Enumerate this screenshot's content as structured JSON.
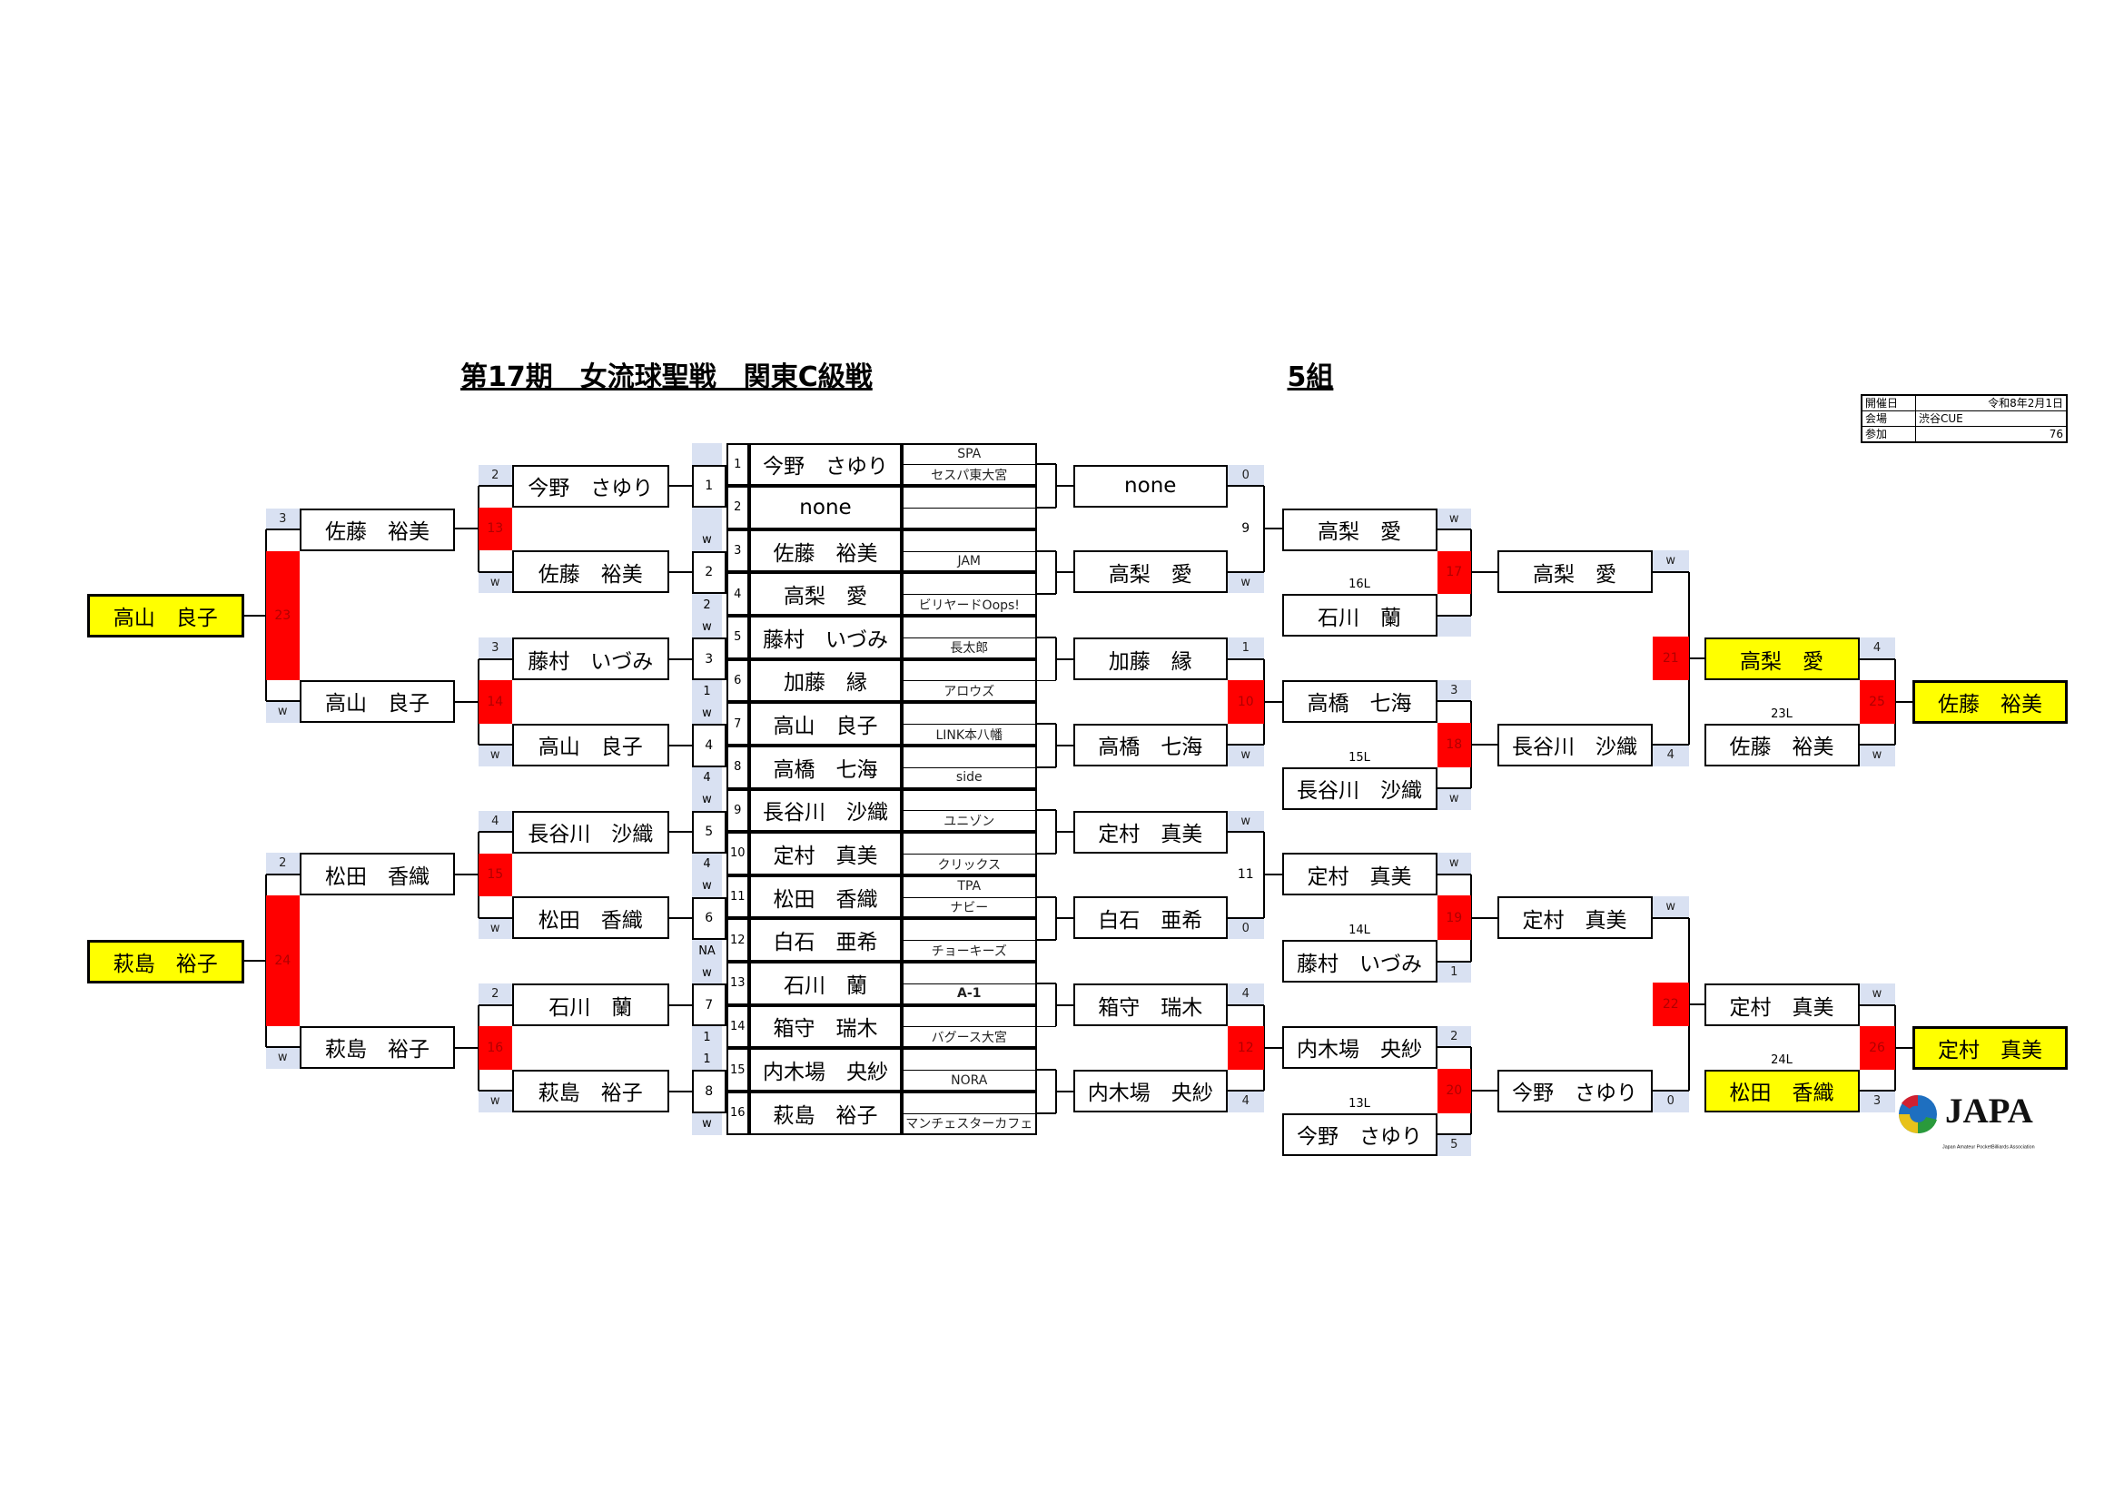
{
  "title": "第17期　女流球聖戦　関東C級戦",
  "group": "5組",
  "info": [
    {
      "label": "開催日",
      "value": "令和8年2月1日"
    },
    {
      "label": "会場",
      "value": "渋谷CUE"
    },
    {
      "label": "参加",
      "value": "76"
    }
  ],
  "entries": [
    {
      "no": "1",
      "name": "今野　さゆり",
      "club_top": "SPA",
      "club_bottom": "セスパ東大宮"
    },
    {
      "no": "2",
      "name": "none",
      "club_top": "",
      "club_bottom": ""
    },
    {
      "no": "3",
      "name": "佐藤　裕美",
      "club_top": "",
      "club_bottom": "JAM"
    },
    {
      "no": "4",
      "name": "高梨　愛",
      "club_top": "",
      "club_bottom": "ビリヤードOops!"
    },
    {
      "no": "5",
      "name": "藤村　いづみ",
      "club_top": "",
      "club_bottom": "長太郎"
    },
    {
      "no": "6",
      "name": "加藤　縁",
      "club_top": "",
      "club_bottom": "アロウズ"
    },
    {
      "no": "7",
      "name": "高山　良子",
      "club_top": "",
      "club_bottom": "LINK本八幡"
    },
    {
      "no": "8",
      "name": "高橋　七海",
      "club_top": "",
      "club_bottom": "side"
    },
    {
      "no": "9",
      "name": "長谷川　沙織",
      "club_top": "",
      "club_bottom": "ユニゾン"
    },
    {
      "no": "10",
      "name": "定村　真美",
      "club_top": "",
      "club_bottom": "クリックス"
    },
    {
      "no": "11",
      "name": "松田　香織",
      "club_top": "TPA",
      "club_bottom": "ナビー"
    },
    {
      "no": "12",
      "name": "白石　亜希",
      "club_top": "",
      "club_bottom": "チョーキーズ"
    },
    {
      "no": "13",
      "name": "石川　蘭",
      "club_top": "",
      "club_bottom": "A-1"
    },
    {
      "no": "14",
      "name": "箱守　瑞木",
      "club_top": "",
      "club_bottom": "バグース大宮"
    },
    {
      "no": "15",
      "name": "内木場　央紗",
      "club_top": "",
      "club_bottom": "NORA"
    },
    {
      "no": "16",
      "name": "萩島　裕子",
      "club_top": "",
      "club_bottom": "マンチェスターカフェ"
    }
  ],
  "center_matches": [
    {
      "no": "1",
      "top": "",
      "bottom": ""
    },
    {
      "no": "2",
      "top": "w",
      "bottom": "2"
    },
    {
      "no": "3",
      "top": "w",
      "bottom": "1"
    },
    {
      "no": "4",
      "top": "w",
      "bottom": "4"
    },
    {
      "no": "5",
      "top": "w",
      "bottom": "4"
    },
    {
      "no": "6",
      "top": "w",
      "bottom": "NA"
    },
    {
      "no": "7",
      "top": "w",
      "bottom": "1"
    },
    {
      "no": "8",
      "top": "1",
      "bottom": "w"
    }
  ],
  "left": {
    "r1": [
      {
        "name": "今野　さゆり",
        "score": "2"
      },
      {
        "name": "佐藤　裕美",
        "score": "w"
      },
      {
        "name": "藤村　いづみ",
        "score": "3"
      },
      {
        "name": "高山　良子",
        "score": "w"
      },
      {
        "name": "長谷川　沙織",
        "score": "4"
      },
      {
        "name": "松田　香織",
        "score": "w"
      },
      {
        "name": "石川　蘭",
        "score": "2"
      },
      {
        "name": "萩島　裕子",
        "score": "w"
      }
    ],
    "r1_matches": [
      "13",
      "14",
      "15",
      "16"
    ],
    "r2": [
      {
        "name": "佐藤　裕美",
        "score": "3"
      },
      {
        "name": "高山　良子",
        "score": "w"
      },
      {
        "name": "松田　香織",
        "score": "2"
      },
      {
        "name": "萩島　裕子",
        "score": "w"
      }
    ],
    "r2_matches": [
      "23",
      "24"
    ],
    "winners": [
      "高山　良子",
      "萩島　裕子"
    ]
  },
  "right": {
    "r1": [
      {
        "name": "none",
        "score": "0"
      },
      {
        "name": "高梨　愛",
        "score": "w"
      },
      {
        "name": "加藤　縁",
        "score": "1"
      },
      {
        "name": "高橋　七海",
        "score": "w"
      },
      {
        "name": "定村　真美",
        "score": "w"
      },
      {
        "name": "白石　亜希",
        "score": "0"
      },
      {
        "name": "箱守　瑞木",
        "score": "4"
      },
      {
        "name": "内木場　央紗",
        "score": "4"
      }
    ],
    "r1_matches": [
      "9",
      "10",
      "11",
      "12"
    ],
    "r2": [
      {
        "name": "高梨　愛",
        "score": "w"
      },
      {
        "name": "石川　蘭",
        "score": ""
      },
      {
        "name": "高橋　七海",
        "score": "3"
      },
      {
        "name": "長谷川　沙織",
        "score": "w"
      },
      {
        "name": "定村　真美",
        "score": "w"
      },
      {
        "name": "藤村　いづみ",
        "score": "1"
      },
      {
        "name": "内木場　央紗",
        "score": "2"
      },
      {
        "name": "今野　さゆり",
        "score": "5"
      }
    ],
    "r2_loser_labels": [
      "16L",
      "15L",
      "14L",
      "13L"
    ],
    "r2_matches": [
      "17",
      "18",
      "19",
      "20"
    ],
    "r3": [
      {
        "name": "高梨　愛",
        "score": "w"
      },
      {
        "name": "長谷川　沙織",
        "score": "4"
      },
      {
        "name": "定村　真美",
        "score": "w"
      },
      {
        "name": "今野　さゆり",
        "score": "0"
      }
    ],
    "r3_matches": [
      "21",
      "22"
    ],
    "r4": [
      {
        "name": "高梨　愛",
        "score": "4"
      },
      {
        "name": "佐藤　裕美",
        "score": "w"
      },
      {
        "name": "定村　真美",
        "score": "w"
      },
      {
        "name": "松田　香織",
        "score": "3"
      }
    ],
    "r4_loser_labels": [
      "23L",
      "24L"
    ],
    "r4_matches": [
      "25",
      "26"
    ],
    "winners": [
      "佐藤　裕美",
      "定村　真美"
    ]
  },
  "logo": {
    "text": "JAPA",
    "subtitle": "Japan Amateur PocketBilliards Association"
  },
  "colors": {
    "winner": "#ffff00",
    "match": "#ff0000",
    "score": "#d9e1f2"
  }
}
